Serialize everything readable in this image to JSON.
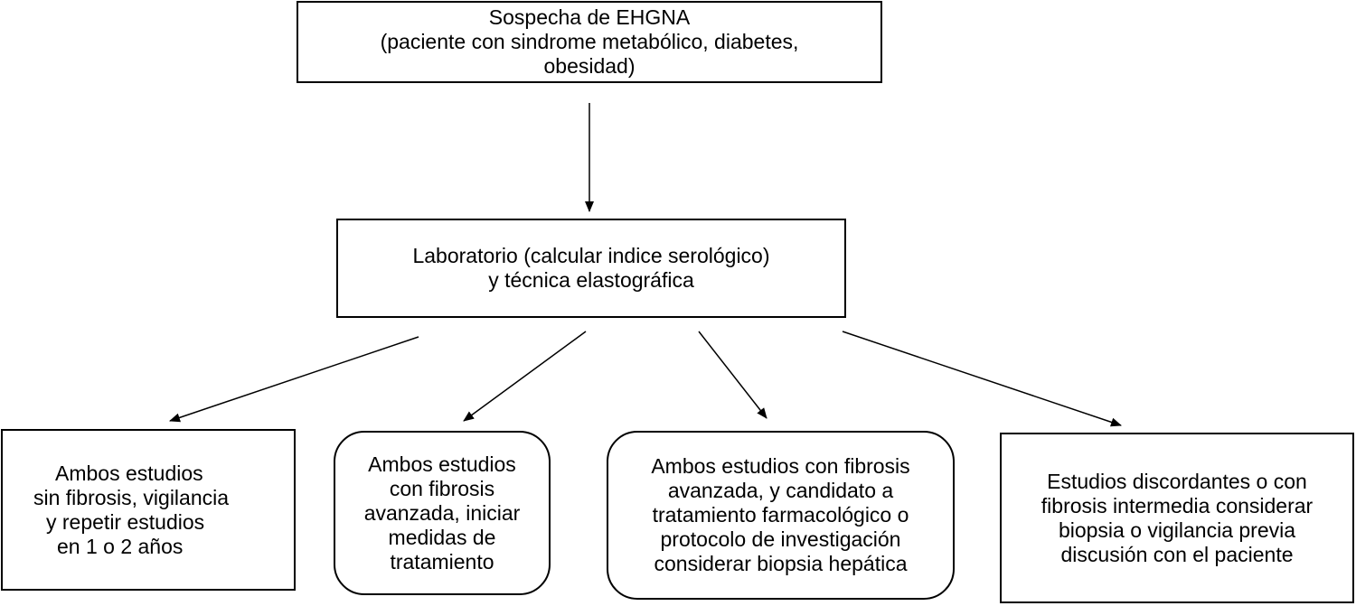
{
  "top_box": {
    "lines": [
      "Sospecha de EHGNA",
      "(paciente con sindrome metabólico, diabetes,",
      "obesidad)"
    ]
  },
  "lab_box": {
    "lines": [
      "Laboratorio (calcular indice serológico)",
      "y técnica elastográfica"
    ]
  },
  "outcomes": [
    {
      "lines": [
        "Ambos estudios",
        "sin  fibrosis, vigilancia",
        "y repetir estudios",
        "en 1 o 2 años"
      ]
    },
    {
      "lines": [
        "Ambos estudios",
        "con fibrosis",
        "avanzada, iniciar",
        "medidas de",
        "tratamiento"
      ]
    },
    {
      "lines": [
        "Ambos estudios con fibrosis",
        "avanzada, y candidato a",
        "tratamiento farmacológico o",
        "protocolo de investigación",
        "considerar biopsia hepática"
      ]
    },
    {
      "lines": [
        "Estudios discordantes o con",
        "fibrosis intermedia considerar",
        "biopsia o vigilancia previa",
        "discusión con el paciente"
      ]
    }
  ]
}
